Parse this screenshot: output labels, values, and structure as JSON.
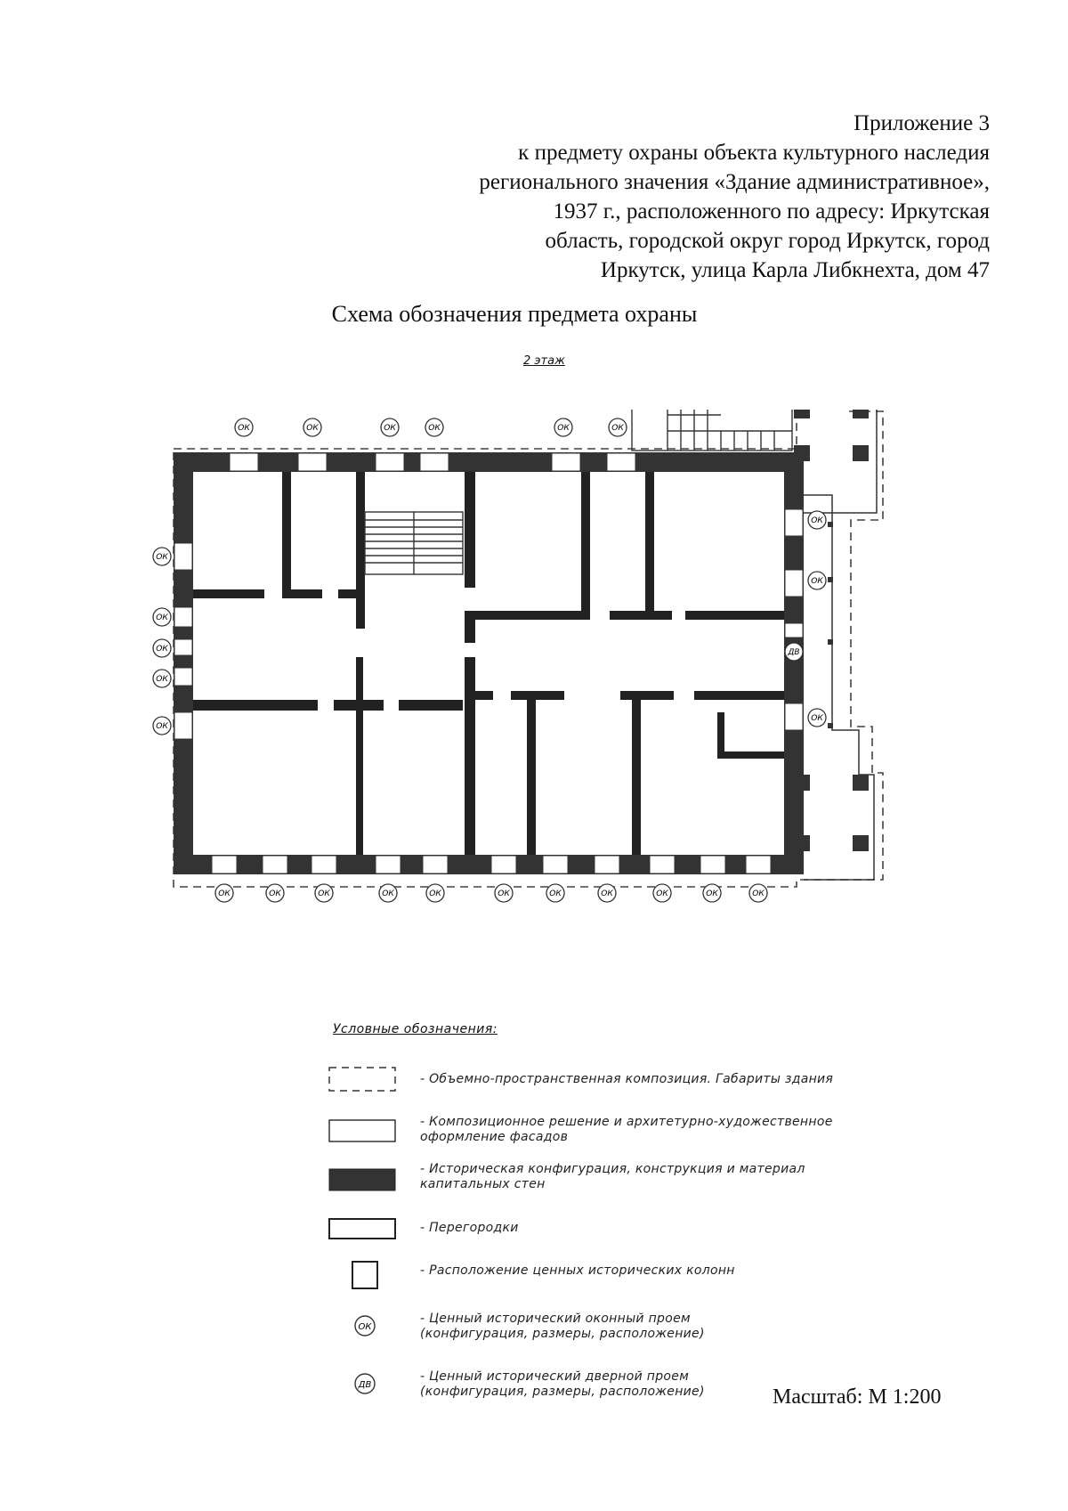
{
  "header": {
    "lines": [
      "Приложение 3",
      "к предмету охраны объекта культурного наследия",
      "регионального значения «Здание административное»,",
      "1937 г., расположенного по адресу: Иркутская",
      "область, городской округ город Иркутск, город",
      "Иркутск, улица Карла Либкнехта, дом 47"
    ]
  },
  "title": "Схема обозначения предмета охраны",
  "floor_label": "2 этаж",
  "plan": {
    "window_marker": "ОК",
    "door_marker": "ДВ"
  },
  "legend": {
    "heading": "Условные обозначения:",
    "items": [
      {
        "symbol": "dashed-rect-symbol",
        "text": [
          "- Объемно-пространственная композиция. Габариты здания"
        ]
      },
      {
        "symbol": "facade-rect-symbol",
        "text": [
          "- Композиционное решение и архитетурно-художественное",
          "оформление фасадов"
        ]
      },
      {
        "symbol": "wall-rect-symbol",
        "text": [
          "- Историческая конфигурация, конструкция и материал",
          "капитальных стен"
        ]
      },
      {
        "symbol": "partition-rect-symbol",
        "text": [
          "- Перегородки"
        ]
      },
      {
        "symbol": "column-square-symbol",
        "text": [
          "- Расположение ценных исторических колонн"
        ]
      },
      {
        "symbol": "ok-marker-symbol",
        "label": "ОК",
        "text": [
          "- Ценный исторический оконный проем",
          "(конфигурация, размеры, расположение)"
        ]
      },
      {
        "symbol": "dv-marker-symbol",
        "label": "ДВ",
        "text": [
          "- Ценный исторический дверной проем",
          "(конфигурация, размеры, расположение)"
        ]
      }
    ]
  },
  "scale": "Масштаб: М 1:200",
  "colors": {
    "wall": "#333333",
    "line": "#222222",
    "paper": "#ffffff"
  }
}
